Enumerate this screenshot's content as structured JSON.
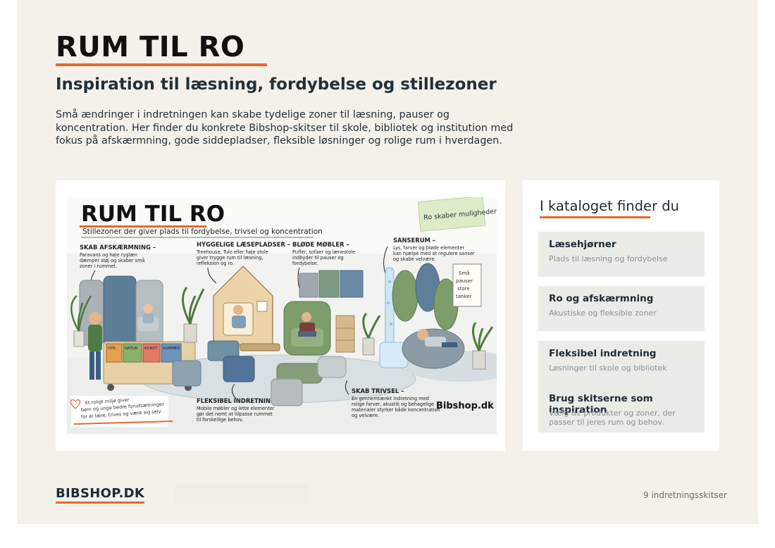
{
  "header": {
    "title": "RUM TIL RO",
    "subtitle": "Inspiration til læsning, fordybelse og stillezoner",
    "intro": "Små ændringer i indretningen kan skabe tydelige zoner til læsning, pauser og koncentration. Her finder du konkrete Bibshop-skitser til skole, bibliotek og institution med fokus på afskærmning, gode siddepladser, fleksible løsninger og rolige rum i hverdagen."
  },
  "sketch": {
    "title": "RUM TIL RO",
    "subtitle": "Stillezoner der giver plads til fordybelse, trivsel og koncentration",
    "sticky_note": "Ro skaber muligheder ♡",
    "sign": [
      "Små",
      "pauser",
      "store",
      "tanker"
    ],
    "book_labels": [
      "DYR",
      "NATUR",
      "KUNST",
      "KUMMER"
    ],
    "annotations": {
      "skab_afskaermning": {
        "heading": "SKAB AFSKÆRMNING –",
        "lines": [
          "Paravans og høje ryglæn",
          "dæmper støj og skaber små",
          "zoner i rummet."
        ]
      },
      "hyggelige": {
        "heading": "HYGGELIGE LÆSEPLADSER –",
        "lines": [
          "Treehouse, Tulo eller høje stole",
          "giver trygge rum til læsning,",
          "refleksion og ro."
        ]
      },
      "bloede": {
        "heading": "BLØDE MØBLER –",
        "lines": [
          "Puffer, sofaer og lænestole",
          "indbyder til pauser og",
          "fordybelse."
        ]
      },
      "sanserum": {
        "heading": "SANSERUM –",
        "lines": [
          "Lys, farver og bløde elementer",
          "kan hjælpe med at regulere sanser",
          "og skabe velvære."
        ]
      },
      "fleksibel": {
        "heading": "FLEKSIBEL INDRETNING –",
        "lines": [
          "Mobile møbler og lette elementer",
          "gør det nemt at tilpasse rummet",
          "til forskellige behov."
        ]
      },
      "trivsel": {
        "heading": "SKAB TRIVSEL –",
        "lines": [
          "En gennemtænkt indretning med",
          "rolige farver, akustik og behagelige",
          "materialer styrker både koncentration",
          "og velvære."
        ]
      }
    },
    "corner_note": [
      "Et roligt miljø giver",
      "børn og unge bedre forudsætninger",
      "for at lære, trives og være sig selv."
    ],
    "brand": "Bibshop.dk"
  },
  "catalog": {
    "title": "I kataloget finder du",
    "items": [
      {
        "heading": "Læsehjørner",
        "text": "Plads til læsning og fordybelse"
      },
      {
        "heading": "Ro og afskærmning",
        "text": "Akustiske og fleksible zoner"
      },
      {
        "heading": "Fleksibel indretning",
        "text": "Løsninger til skole og bibliotek"
      },
      {
        "heading": "Brug skitserne som inspiration",
        "text": "Vælg de produkter og zoner, der passer til jeres rum og behov."
      }
    ]
  },
  "footer": {
    "brand": "BIBSHOP.DK",
    "page_count": "9 indretningsskitser"
  },
  "colors": {
    "accent": "#e8692d",
    "page_bg": "#f4f1ea",
    "card_bg": "#ffffff",
    "item_bg": "#ebece7",
    "text": "#1d2b36"
  }
}
